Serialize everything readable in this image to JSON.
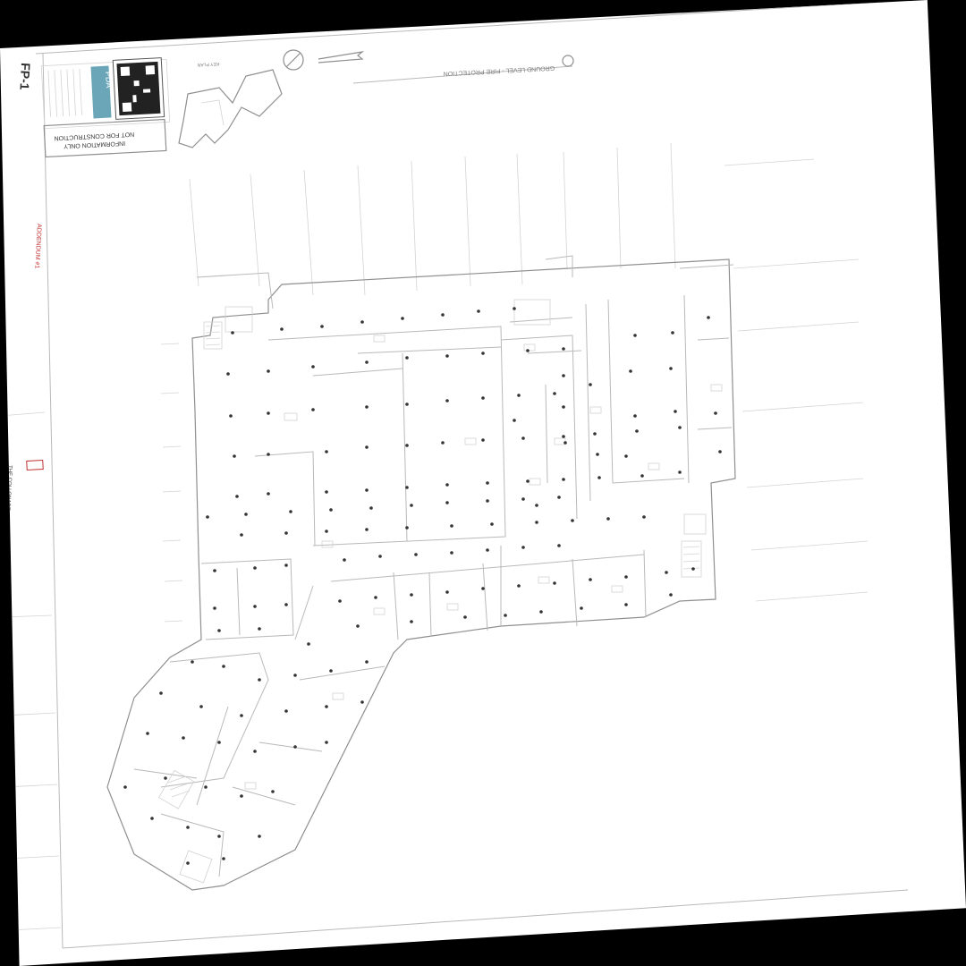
{
  "sheet": {
    "sheet_number": "FP-1",
    "drawing_title": "GROUND LEVEL - FIRE PROTECTION",
    "key_plan_label": "KEY PLAN",
    "stamp_line1": "NOT FOR CONSTRUCTION",
    "stamp_line2": "INFORMATION ONLY",
    "addendum_note": "ADDENDUM #1",
    "project_name": "THE COLLONADE",
    "colors": {
      "paper": "#ffffff",
      "line": "#b9b9b9",
      "dot": "#333333",
      "red_note": "#c03030",
      "logo_blue": "#6aa6b8"
    }
  },
  "icons": {
    "north_arrow": "north-arrow-icon",
    "scale_bar": "scale-bar-icon",
    "qr_code": "qr-code-icon",
    "firm_logo": "firm-logo-icon"
  }
}
